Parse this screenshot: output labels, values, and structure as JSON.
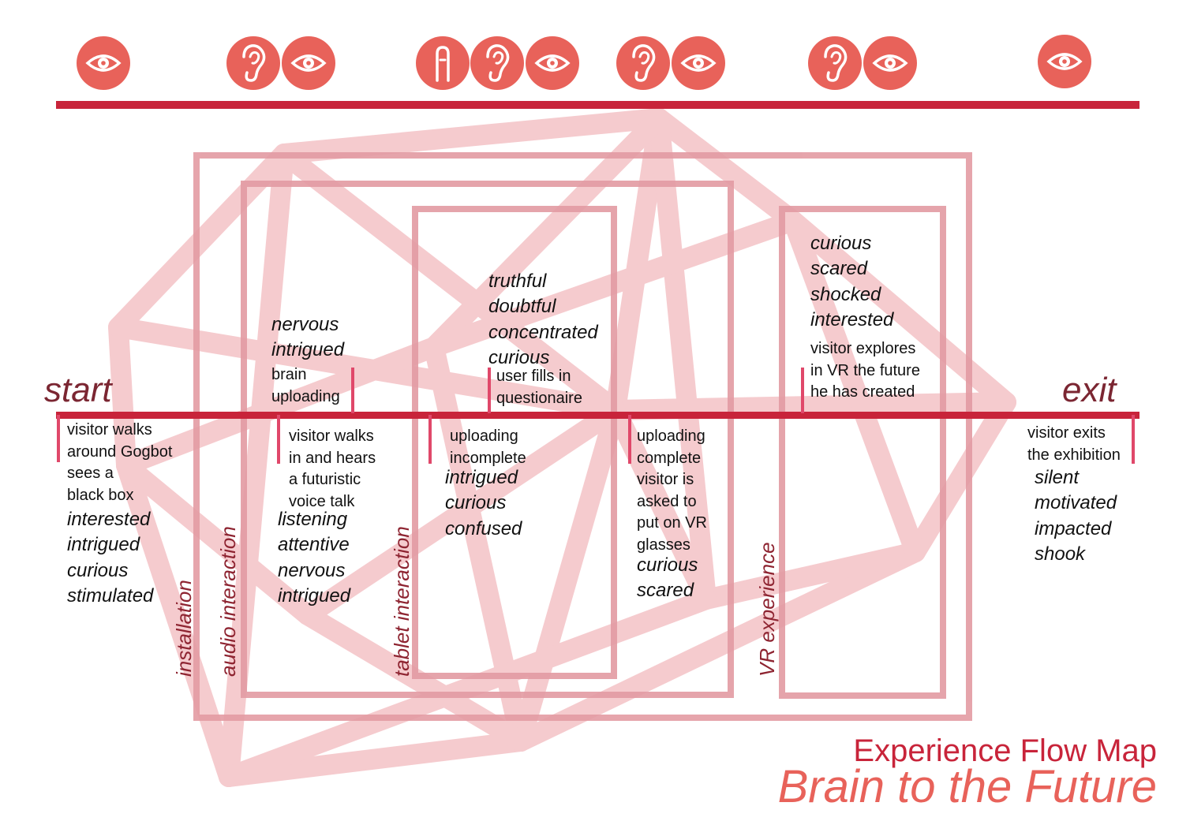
{
  "icons": [
    {
      "name": "eye-icon"
    },
    {
      "name": "ear-icon"
    },
    {
      "name": "eye-icon"
    },
    {
      "name": "finger-icon"
    },
    {
      "name": "ear-icon"
    },
    {
      "name": "eye-icon"
    },
    {
      "name": "ear-icon"
    },
    {
      "name": "eye-icon"
    },
    {
      "name": "ear-icon"
    },
    {
      "name": "eye-icon"
    },
    {
      "name": "eye-icon"
    }
  ],
  "labels": {
    "start": "start",
    "exit": "exit"
  },
  "stages": {
    "installation": "installation",
    "audio": "audio interaction",
    "tablet": "tablet interaction",
    "vr": "VR experience"
  },
  "steps": {
    "walk_around": "visitor walks\naround Gogbot\nsees a\nblack box",
    "walk_around_emotions": "interested\nintrigued\ncurious\nstimulated",
    "brain_upload_emotions": "nervous\nintrigued",
    "brain_upload": "brain\nuploading",
    "walk_in": "visitor walks\nin and hears\na futuristic\nvoice talk",
    "walk_in_emotions": "listening\nattentive\nnervous\nintrigued",
    "questionaire_emotions": "truthful\ndoubtful\nconcentrated\ncurious",
    "questionaire": "user fills in\nquestionaire",
    "upload_incomplete": "uploading\nincomplete",
    "upload_incomplete_emotions": "intrigued\ncurious\nconfused",
    "upload_complete": "uploading\ncomplete\nvisitor is\nasked to\nput on VR\nglasses",
    "upload_complete_emotions": "curious\nscared",
    "vr_emotions": "curious\nscared\nshocked\ninterested",
    "vr_explore": "visitor explores\nin VR the future\nhe has created",
    "exit": "visitor exits\nthe exhibition",
    "exit_emotions": "silent\nmotivated\nimpacted\nshook"
  },
  "title": {
    "main": "Experience Flow Map",
    "sub": "Brain to the Future"
  },
  "colors": {
    "accent": "#c8243a",
    "icon_fill": "#e8625a",
    "background_shape": "#f4c2c6",
    "box_stroke": "#e39ba3",
    "tick": "#e0486a"
  }
}
